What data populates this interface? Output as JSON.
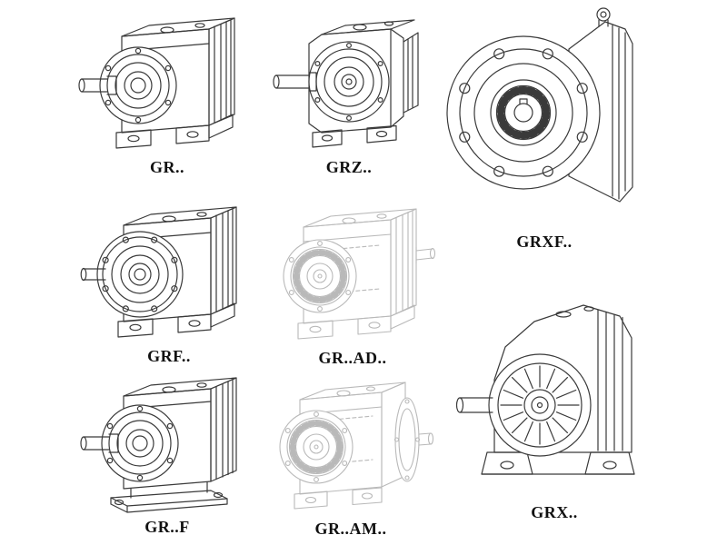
{
  "page": {
    "title": "Gear reducer model overview",
    "background": "#ffffff"
  },
  "colors": {
    "line_ink": "#3a3a3a",
    "line_ghost": "#b9b9b9",
    "label_text": "#111111"
  },
  "figures": {
    "gr": {
      "label": "GR..",
      "style": "solid-line-drawing",
      "drawing": "foot-mounted helical gear reducer, input shaft left"
    },
    "grz": {
      "label": "GRZ..",
      "style": "solid-line-drawing",
      "drawing": "helical gear reducer with large front bearing housing"
    },
    "grxf": {
      "label": "GRXF..",
      "style": "solid-line-drawing",
      "drawing": "flange-mounted reducer, large bolt-circle flange with gear visible"
    },
    "grf": {
      "label": "GRF..",
      "style": "solid-line-drawing",
      "drawing": "flange version helical gear reducer"
    },
    "gr_ad": {
      "label": "GR..AD..",
      "style": "ghost-line-drawing",
      "drawing": "reducer with input adapter, internal gear shown, phantom lines"
    },
    "grx": {
      "label": "GRX..",
      "style": "solid-line-drawing",
      "drawing": "large foot-mounted reducer with ribbed circular housing"
    },
    "gr_f": {
      "label": "GR..F",
      "style": "solid-line-drawing",
      "drawing": "reducer on base plate / foot flange"
    },
    "gr_am": {
      "label": "GR..AM..",
      "style": "ghost-line-drawing",
      "drawing": "reducer with motor adapter flange, phantom lines"
    }
  }
}
